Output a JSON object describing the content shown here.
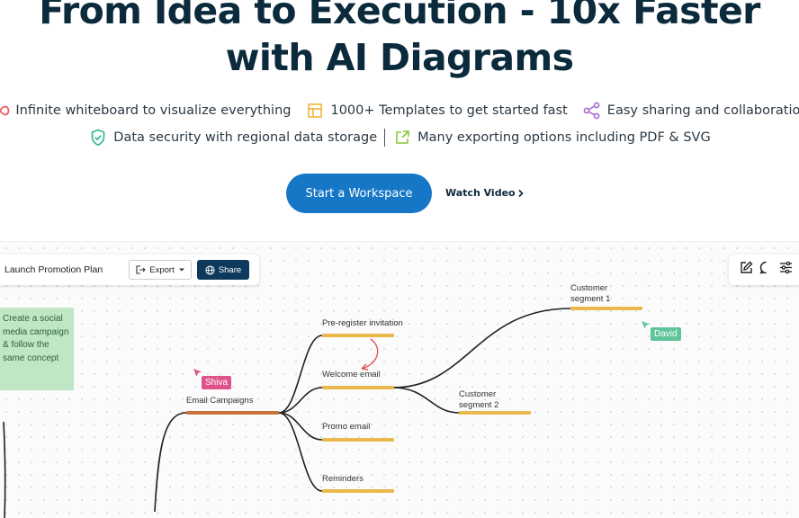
{
  "hero": {
    "title_line1": "From Idea to Execution - 10x Faster",
    "title_line2": "with AI Diagrams"
  },
  "features": [
    {
      "icon": "infinity-icon",
      "text": "Infinite whiteboard to visualize everything"
    },
    {
      "icon": "template-icon",
      "text": "1000+ Templates to get started fast"
    },
    {
      "icon": "share-icon",
      "text": "Easy sharing and collaboration"
    },
    {
      "icon": "shield-check-icon",
      "text": "Data security with regional data storage"
    },
    {
      "icon": "export-icon",
      "text": "Many exporting options including PDF & SVG"
    }
  ],
  "cta": {
    "primary": "Start a Workspace",
    "secondary": "Watch Video"
  },
  "board": {
    "doc_title": "Launch Promotion Plan",
    "export_label": "Export",
    "share_label": "Share",
    "sticky_note": "Create a social media campaign & follow the same concept",
    "nodes": {
      "root": "Email Campaigns",
      "pre_register": "Pre-register invitation",
      "welcome": "Welcome email",
      "promo": "Promo email",
      "reminders": "Reminders",
      "segment1_l1": "Customer",
      "segment1_l2": "segment 1",
      "segment2_l1": "Customer",
      "segment2_l2": "segment 2"
    },
    "cursors": {
      "shiva": "Shiva",
      "david": "David"
    }
  },
  "colors": {
    "brand_dark": "#0b2a3c",
    "cta_blue": "#1677c7",
    "share_navy": "#0d3a5c",
    "branch_bar": "#eab84b",
    "root_bar": "#c8733a",
    "shiva_tag": "#e0528a",
    "david_tag": "#5fc49a",
    "note_green": "#bfe7c5"
  }
}
